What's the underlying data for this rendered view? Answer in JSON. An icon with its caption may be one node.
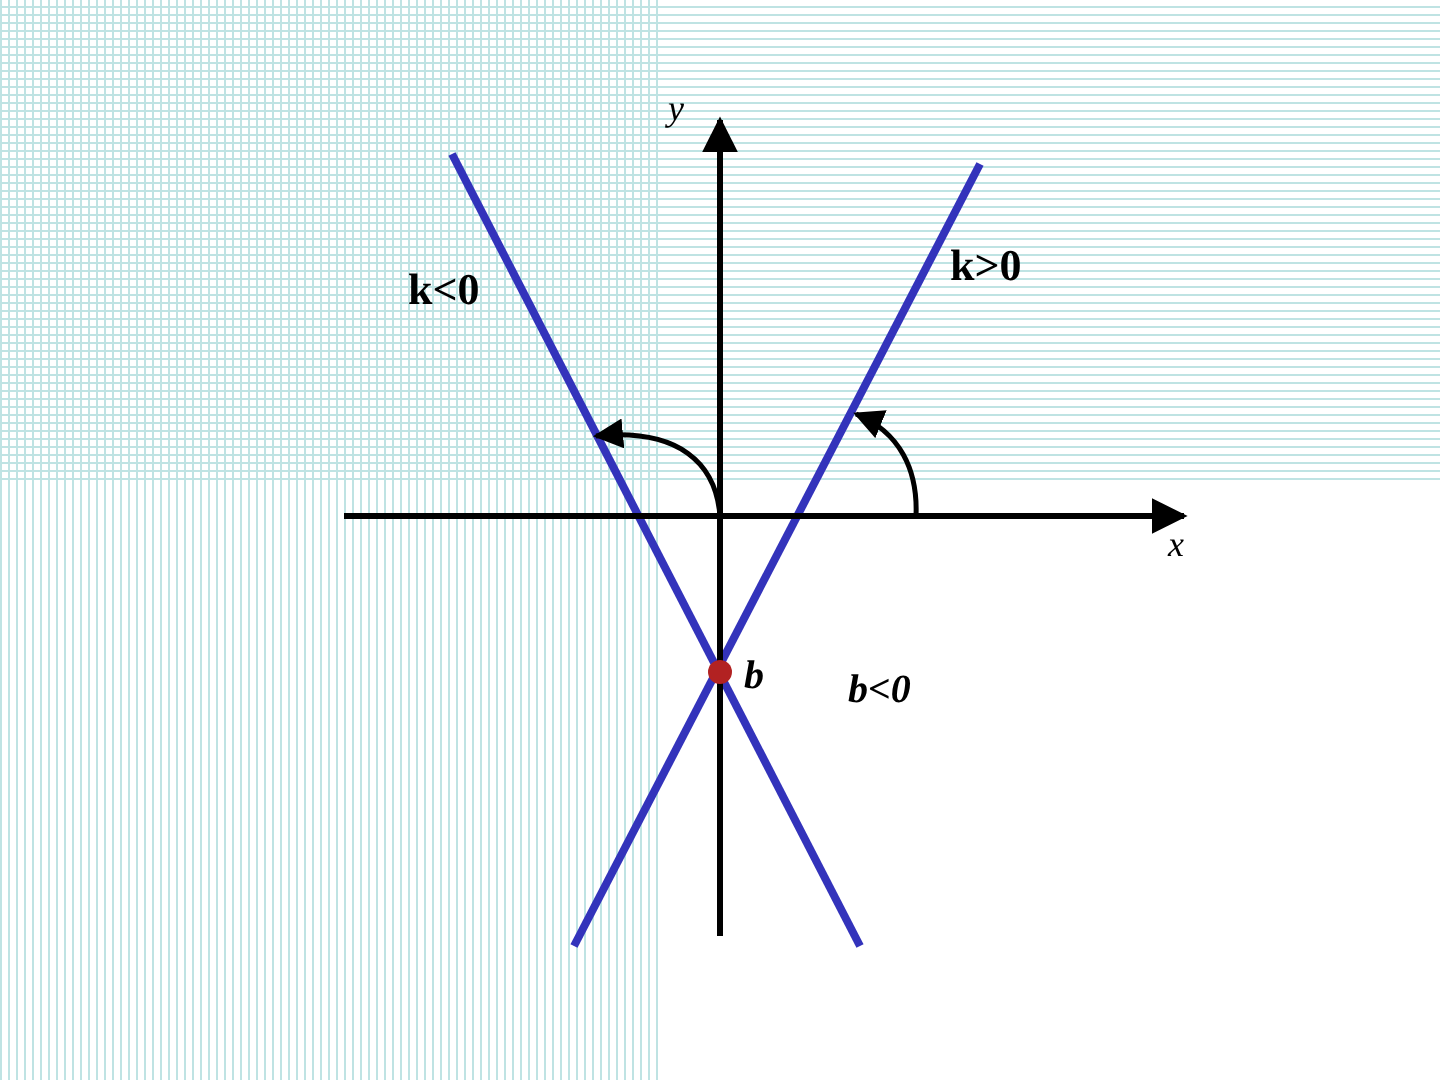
{
  "diagram": {
    "labels": [
      "y",
      "k<0",
      "k>0",
      "x",
      "b",
      "b<0"
    ]
  }
}
